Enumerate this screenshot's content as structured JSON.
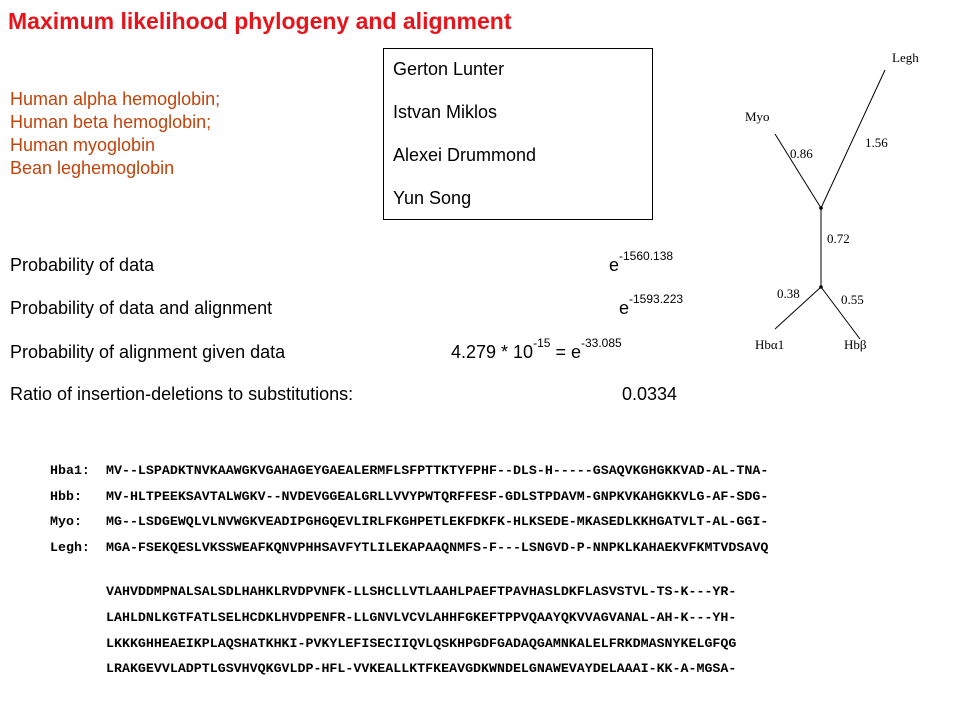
{
  "title": "Maximum likelihood phylogeny and alignment",
  "proteins": [
    "Human alpha hemoglobin;",
    "Human beta hemoglobin;",
    "Human myoglobin",
    "Bean leghemoglobin"
  ],
  "authors": [
    "Gerton Lunter",
    "Istvan Miklos",
    "Alexei Drummond",
    "Yun Song"
  ],
  "stats": {
    "prob_data": {
      "label": "Probability of data",
      "base": "e",
      "exp": "-1560.138"
    },
    "prob_data_align": {
      "label": "Probability of data and alignment",
      "base": "e",
      "exp": "-1593.223"
    },
    "prob_align_given": {
      "label": "Probability of alignment given data",
      "mantissa": "4.279 * 10",
      "mant_exp": "-15",
      "eq": "= ",
      "base": "e",
      "exp": "-33.085"
    },
    "ratio": {
      "label": "Ratio of insertion-deletions to substitutions:",
      "value": "0.0334"
    }
  },
  "tree": {
    "leaves": {
      "legh": "Legh",
      "myo": "Myo",
      "hba": "Hbα1",
      "hbb": "Hbβ"
    },
    "branches": {
      "myo": "0.86",
      "legh": "1.56",
      "internal": "0.72",
      "hba": "0.38",
      "hbb": "0.55"
    }
  },
  "alignment": {
    "block1": [
      {
        "name": "Hba1:",
        "seq": "MV--LSPADKTNVKAAWGKVGAHAGEYGAEALERMFLSFPTTKTYFPHF--DLS-H-----GSAQVKGHGKKVAD-AL-TNA-"
      },
      {
        "name": "Hbb:",
        "seq": "MV-HLTPEEKSAVTALWGKV--NVDEVGGEALGRLLVVYPWTQRFFESF-GDLSTPDAVM-GNPKVKAHGKKVLG-AF-SDG-"
      },
      {
        "name": "Myo:",
        "seq": "MG--LSDGEWQLVLNVWGKVEADIPGHGQEVLIRLFKGHPETLEKFDKFK-HLKSEDE-MKASEDLKKHGATVLT-AL-GGI-"
      },
      {
        "name": "Legh:",
        "seq": "MGA-FSEKQESLVKSSWEAFKQNVPHHSAVFYTLILEKAPAAQNMFS-F---LSNGVD-P-NNPKLKAHAEKVFKMTVDSAVQ"
      }
    ],
    "block2": [
      "VAHVDDMPNALSALSDLHAHKLRVDPVNFK-LLSHCLLVTLAAHLPAEFTPAVHASLDKFLASVSTVL-TS-K---YR-",
      "LAHLDNLKGTFATLSELHCDKLHVDPENFR-LLGNVLVCVLAHHFGKEFTPPVQAAYQKVVAGVANAL-AH-K---YH-",
      "LKKKGHHEAEIKPLAQSHATKHKI-PVKYLEFISECIIQVLQSKHPGDFGADAQGAMNKALELFRKDMASNYKELGFQG",
      "LRAKGEVVLADPTLGSVHVQKGVLDP-HFL-VVKEALLKTFKEAVGDKWNDELGNAWEVAYDELAAAI-KK-A-MGSA-"
    ]
  }
}
